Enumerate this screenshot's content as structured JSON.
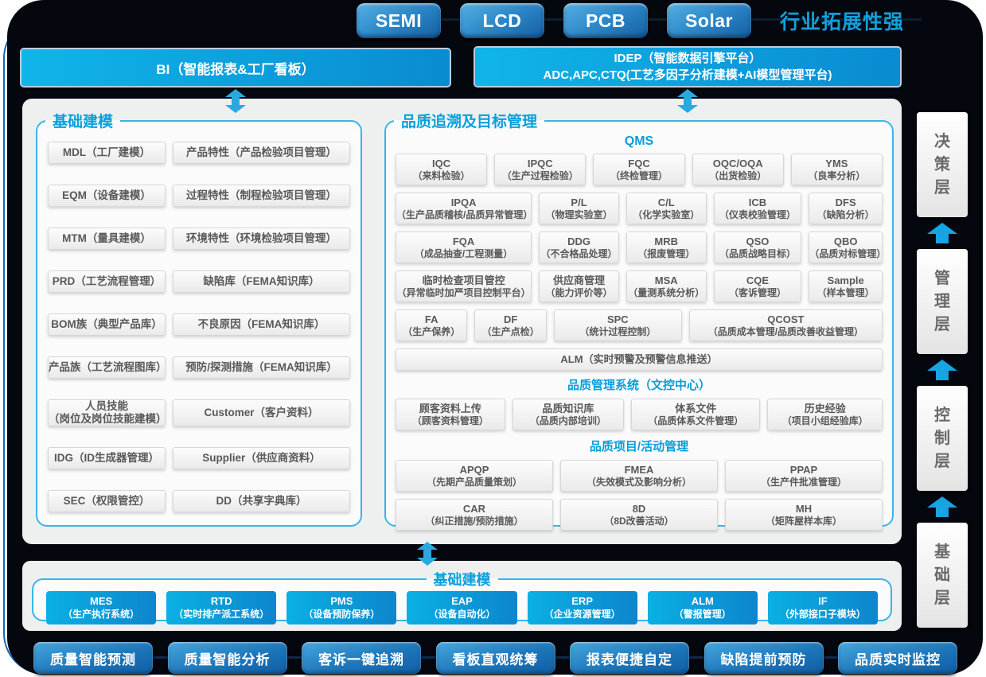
{
  "colors": {
    "accent": "#29abe2",
    "banner_gradient_start": "#10b5e8",
    "banner_gradient_end": "#0a8bd2",
    "dark_background": "#05070e",
    "header_blue": "#09a0dc"
  },
  "header": {
    "tabs": [
      {
        "label": "SEMI"
      },
      {
        "label": "LCD"
      },
      {
        "label": "PCB"
      },
      {
        "label": "Solar"
      }
    ],
    "tagline": "行业拓展性强"
  },
  "banners": {
    "bi": "BI（智能报表&工厂看板）",
    "idep_line1": "IDEP（智能数据引擎平台）",
    "idep_line2": "ADC,APC,CTQ(工艺多因子分析建模+AI模型管理平台)"
  },
  "left_panel": {
    "title": "基础建模",
    "rows": [
      {
        "a": "MDL（工厂建模）",
        "b": "产品特性（产品检验项目管理）"
      },
      {
        "a": "EQM（设备建模）",
        "b": "过程特性（制程检验项目管理）"
      },
      {
        "a": "MTM（量具建模）",
        "b": "环境特性（环境检验项目管理）"
      },
      {
        "a": "PRD（工艺流程管理）",
        "b": "缺陷库（FEMA知识库）"
      },
      {
        "a": "BOM族（典型产品库）",
        "b": "不良原因（FEMA知识库）"
      },
      {
        "a": "产品族（工艺流程图库）",
        "b": "预防/探测措施（FEMA知识库）"
      },
      {
        "a": "人员技能\n（岗位及岗位技能建模）",
        "b": "Customer（客户资料）"
      },
      {
        "a": "IDG（ID生成器管理）",
        "b": "Supplier（供应商资料）"
      },
      {
        "a": "SEC（权限管控）",
        "b": "DD（共享字典库）"
      }
    ]
  },
  "right_panel": {
    "title": "品质追溯及目标管理"
  },
  "qms": {
    "header": "QMS",
    "row1": [
      {
        "t": "IQC",
        "s": "（来料检验）"
      },
      {
        "t": "IPQC",
        "s": "（生产过程检验）"
      },
      {
        "t": "FQC",
        "s": "（终检管理）"
      },
      {
        "t": "OQC/OQA",
        "s": "（出货检验）"
      },
      {
        "t": "YMS",
        "s": "（良率分析）"
      }
    ],
    "row2": [
      {
        "t": "IPQA",
        "s": "（生产品质稽核/品质异常管理）"
      },
      {
        "t": "P/L",
        "s": "（物理实验室）"
      },
      {
        "t": "C/L",
        "s": "（化学实验室）"
      },
      {
        "t": "ICB",
        "s": "（仪表校验管理）"
      },
      {
        "t": "DFS",
        "s": "（缺陷分析）"
      }
    ],
    "row3": [
      {
        "t": "FQA",
        "s": "（成品抽查/工程测量）"
      },
      {
        "t": "DDG",
        "s": "（不合格品处理）"
      },
      {
        "t": "MRB",
        "s": "（报废管理）"
      },
      {
        "t": "QSO",
        "s": "（品质战略目标）"
      },
      {
        "t": "QBO",
        "s": "（品质对标管理）"
      }
    ],
    "row4": [
      {
        "t": "临时检查项目管控",
        "s": "（异常临时加严项目控制平台）"
      },
      {
        "t": "供应商管理",
        "s": "（能力评价等）"
      },
      {
        "t": "MSA",
        "s": "（量测系统分析）"
      },
      {
        "t": "CQE",
        "s": "（客诉管理）"
      },
      {
        "t": "Sample",
        "s": "（样本管理）"
      }
    ],
    "row5": [
      {
        "t": "FA",
        "s": "（生产保养）"
      },
      {
        "t": "DF",
        "s": "（生产点检）"
      },
      {
        "t": "SPC",
        "s": "（统计过程控制）"
      },
      {
        "t": "QCOST",
        "s": "（品质成本管理/品质改善收益管理）"
      }
    ],
    "alm": "ALM（实时预警及预警信息推送）"
  },
  "docs": {
    "header": "品质管理系统（文控中心）",
    "items": [
      {
        "t": "顾客资料上传",
        "s": "（顾客资料管理）"
      },
      {
        "t": "品质知识库",
        "s": "（品质内部培训）"
      },
      {
        "t": "体系文件",
        "s": "（品质体系文件管理）"
      },
      {
        "t": "历史经验",
        "s": "（项目小组经验库）"
      }
    ]
  },
  "projects": {
    "header": "品质项目/活动管理",
    "row1": [
      {
        "t": "APQP",
        "s": "（先期产品质量策划）"
      },
      {
        "t": "FMEA",
        "s": "（失效模式及影响分析）"
      },
      {
        "t": "PPAP",
        "s": "（生产件批准管理）"
      }
    ],
    "row2": [
      {
        "t": "CAR",
        "s": "（纠正措施/预防措施）"
      },
      {
        "t": "8D",
        "s": "（8D改善活动）"
      },
      {
        "t": "MH",
        "s": "（矩阵屋样本库）"
      }
    ]
  },
  "bottom_panel": {
    "title": "基础建模",
    "items": [
      {
        "t": "MES",
        "s": "（生产执行系统）"
      },
      {
        "t": "RTD",
        "s": "（实时排产派工系统）"
      },
      {
        "t": "PMS",
        "s": "（设备预防保养）"
      },
      {
        "t": "EAP",
        "s": "（设备自动化）"
      },
      {
        "t": "ERP",
        "s": "（企业资源管理）"
      },
      {
        "t": "ALM",
        "s": "（警报管理）"
      },
      {
        "t": "IF",
        "s": "（外部接口子模块）"
      }
    ]
  },
  "bottom_row": [
    "质量智能预测",
    "质量智能分析",
    "客诉一键追溯",
    "看板直观统筹",
    "报表便捷自定",
    "缺陷提前预防",
    "品质实时监控"
  ],
  "layers": [
    "决策层",
    "管理层",
    "控制层",
    "基础层"
  ]
}
